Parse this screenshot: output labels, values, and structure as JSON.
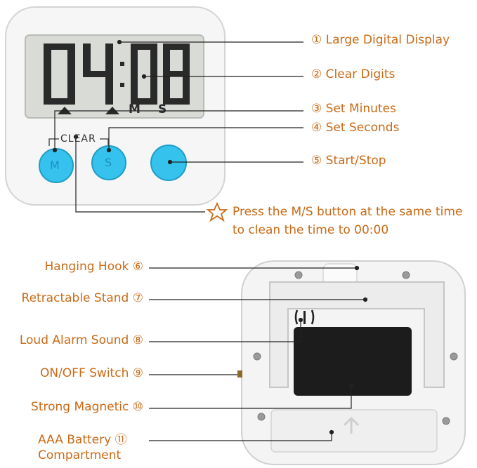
{
  "colors": {
    "accent": "#c96a16",
    "button": "#35c3ee",
    "lcd": "#d9dbd7",
    "dark": "#2a2a2a"
  },
  "display": {
    "digits": "0408",
    "min_label": "M",
    "sec_label": "S",
    "clear_label": "CLEAR",
    "btn_m": "M",
    "btn_s": "S"
  },
  "back": {
    "hook_icon": "hook",
    "sound_icon": "speaker-holes",
    "battery_cover_mark": "arrow"
  },
  "callouts_top": [
    {
      "num": "①",
      "text": "Large Digital Display"
    },
    {
      "num": "②",
      "text": "Clear Digits"
    },
    {
      "num": "③",
      "text": "Set Minutes"
    },
    {
      "num": "④",
      "text": "Set Seconds"
    },
    {
      "num": "⑤",
      "text": "Start/Stop"
    }
  ],
  "tip": {
    "icon": "star-icon",
    "line1": "Press the M/S button at the same time",
    "line2": "to clean the time to 00:00"
  },
  "callouts_bottom": [
    {
      "num": "⑥",
      "text": "Hanging Hook"
    },
    {
      "num": "⑦",
      "text": "Retractable Stand"
    },
    {
      "num": "⑧",
      "text": "Loud Alarm Sound"
    },
    {
      "num": "⑨",
      "text": "ON/OFF Switch"
    },
    {
      "num": "⑩",
      "text": "Strong Magnetic"
    },
    {
      "num": "⑪",
      "text": "AAA Battery",
      "text2": "Compartment"
    }
  ]
}
